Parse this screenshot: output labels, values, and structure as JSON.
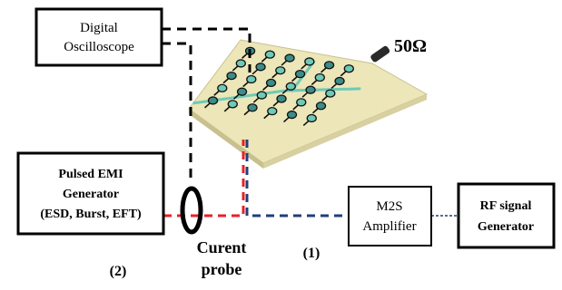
{
  "boxes": {
    "oscilloscope": {
      "line1": "Digital",
      "line2": "Oscilloscope"
    },
    "emi_generator": {
      "line1": "Pulsed EMI",
      "line2": "Generator",
      "line3": "(ESD, Burst, EFT)"
    },
    "amplifier": {
      "line1": "M2S",
      "line2": "Amplifier"
    },
    "rf_generator": {
      "line1": "RF signal",
      "line2": "Generator"
    }
  },
  "labels": {
    "load": "50Ω",
    "probe_line1": "Curent",
    "probe_line2": "probe",
    "path_1": "(1)",
    "path_2": "(2)"
  },
  "colors": {
    "scope_cable": "#000000",
    "emi_path": "#e8202a",
    "rf_path": "#1f3f7a",
    "board": "#ece6b8",
    "board_trace": "#6fc9b7",
    "probe": "#000000",
    "resistor": "#2a2a2a"
  },
  "icons": {
    "board": "pcb-board-image",
    "probe": "current-probe-ring",
    "load": "resistor-50-ohm"
  }
}
